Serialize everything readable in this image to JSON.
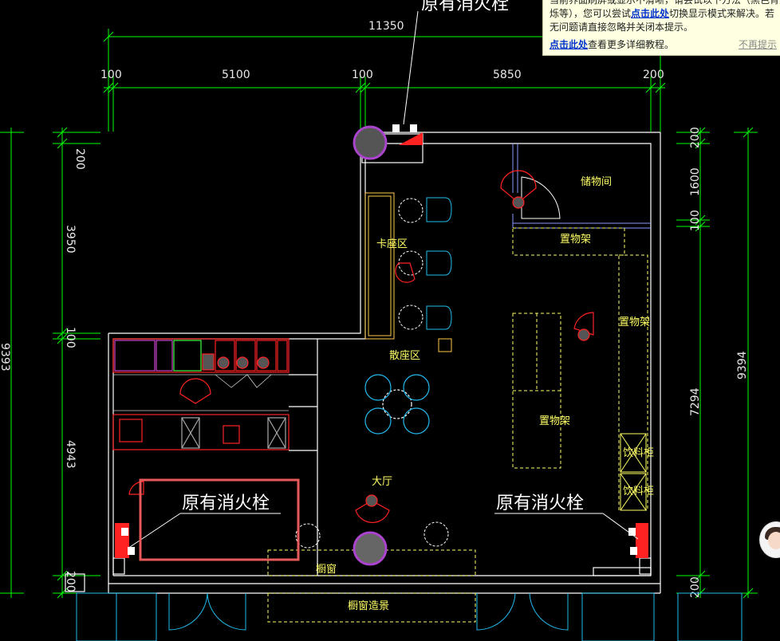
{
  "dimensions": {
    "total_width": "11350",
    "seg1": "100",
    "seg2": "5100",
    "seg3": "100",
    "seg4": "5850",
    "seg5": "200",
    "right_outer": "9394",
    "right_a": "200",
    "right_b": "1600",
    "right_c": "100",
    "right_d": "7294",
    "right_e": "200",
    "left_outer": "9393",
    "left_a": "200",
    "left_b": "3950",
    "left_c": "100",
    "left_d": "4943",
    "left_e": "200"
  },
  "rooms": {
    "storage": "储物间",
    "shelf_top": "置物架",
    "shelf_right": "置物架",
    "shelf_center": "置物架",
    "booth_area": "卡座区",
    "loose_seating": "散座区",
    "lobby": "大厅",
    "display_window": "橱窗",
    "window_scene": "橱窗造景",
    "beverage_cabinet_1": "饮料柜",
    "beverage_cabinet_2": "饮料柜"
  },
  "annotations": {
    "hydrant_top": "原有消火栓",
    "hydrant_left": "原有消火栓",
    "hydrant_right": "原有消火栓"
  },
  "tooltip": {
    "line1": "当前界面刷屏或显示不清晰，请尝试以下方法（黑色背景、",
    "line2_pre": "烁等），您可以尝试",
    "link1": "点击此处",
    "line2_post": "切换显示模式来解决。若",
    "line3": "无问题请直接忽略并关闭本提示。",
    "link2": "点击此处",
    "line4_post": "查看更多详细教程。",
    "dismiss": "不再提示"
  },
  "colors": {
    "wall": "#ffffff",
    "dimension": "#00ff00",
    "furniture": "#ffff66",
    "chair": "#22bbee",
    "equipment": "#ff2222",
    "highlight": "#e85a5a",
    "hydrant_marker": "#aa44cc"
  }
}
